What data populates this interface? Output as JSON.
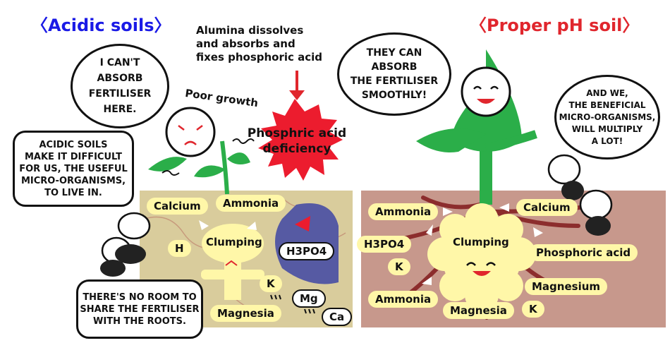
{
  "colors": {
    "left_title": "#1a1ae6",
    "right_title": "#e0262d",
    "left_soil": "#d9cc9c",
    "right_soil": "#c7988c",
    "leaf": "#2bae49",
    "clump": "#fff7a8",
    "burst": "#ec1c2e",
    "blob": "#565aa3"
  },
  "left": {
    "title": "〈Acidic soils〉",
    "alumina_note": "Alumina dissolves\nand absorbs and\nfixes phosphoric acid",
    "bubble_plant": "I CAN'T\nABSORB\nFERTILISER\nHERE.",
    "poor_growth": "Poor growth",
    "deficiency": "Phosphric acid\ndeficiency",
    "bubble_microbes": "ACIDIC SOILS\nMAKE IT DIFFICULT\nFOR US, THE USEFUL\nMICRO-ORGANISMS,\nTO LIVE IN.",
    "bubble_roots": "THERE'S NO ROOM TO\nSHARE THE FERTILISER\nWITH THE ROOTS.",
    "labels": {
      "calcium": "Calcium",
      "ammonia": "Ammonia",
      "h": "H",
      "clumping": "Clumping",
      "h3po4": "H3PO4",
      "k": "K",
      "magnesia": "Magnesia",
      "mg": "Mg",
      "ca": "Ca"
    }
  },
  "right": {
    "title": "〈Proper pH soil〉",
    "bubble_plant": "THEY CAN\nABSORB\nTHE FERTILISER\nSMOOTHLY!",
    "bubble_microbes": "AND WE,\nTHE BENEFICIAL\nMICRO-ORGANISMS,\nWILL MULTIPLY\nA LOT!",
    "labels": {
      "ammonia_top": "Ammonia",
      "calcium": "Calcium",
      "h3po4": "H3PO4",
      "k_left": "K",
      "clumping": "Clumping",
      "phosphoric_acid": "Phosphoric acid",
      "magnesium": "Magnesium",
      "ammonia_bottom": "Ammonia",
      "magnesia": "Magnesia",
      "k_right": "K"
    }
  }
}
